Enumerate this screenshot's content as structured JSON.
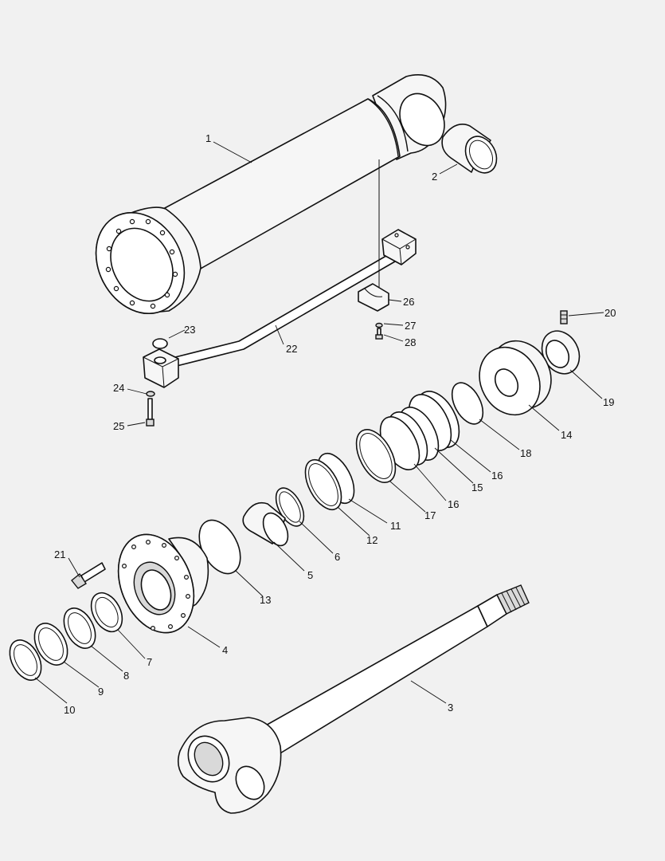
{
  "background": "#f1f1f1",
  "line_color": "#111111",
  "callouts": [
    {
      "id": "p1",
      "label": "1"
    },
    {
      "id": "p2",
      "label": "2"
    },
    {
      "id": "p3",
      "label": "3"
    },
    {
      "id": "p4",
      "label": "4"
    },
    {
      "id": "p5",
      "label": "5"
    },
    {
      "id": "p6",
      "label": "6"
    },
    {
      "id": "p7",
      "label": "7"
    },
    {
      "id": "p8",
      "label": "8"
    },
    {
      "id": "p9",
      "label": "9"
    },
    {
      "id": "p10",
      "label": "10"
    },
    {
      "id": "p11",
      "label": "11"
    },
    {
      "id": "p12",
      "label": "12"
    },
    {
      "id": "p13",
      "label": "13"
    },
    {
      "id": "p14",
      "label": "14"
    },
    {
      "id": "p15",
      "label": "15"
    },
    {
      "id": "p16a",
      "label": "16"
    },
    {
      "id": "p16b",
      "label": "16"
    },
    {
      "id": "p17",
      "label": "17"
    },
    {
      "id": "p18",
      "label": "18"
    },
    {
      "id": "p19",
      "label": "19"
    },
    {
      "id": "p20",
      "label": "20"
    },
    {
      "id": "p21",
      "label": "21"
    },
    {
      "id": "p22",
      "label": "22"
    },
    {
      "id": "p23",
      "label": "23"
    },
    {
      "id": "p24",
      "label": "24"
    },
    {
      "id": "p25",
      "label": "25"
    },
    {
      "id": "p26",
      "label": "26"
    },
    {
      "id": "p27",
      "label": "27"
    },
    {
      "id": "p28",
      "label": "28"
    }
  ]
}
